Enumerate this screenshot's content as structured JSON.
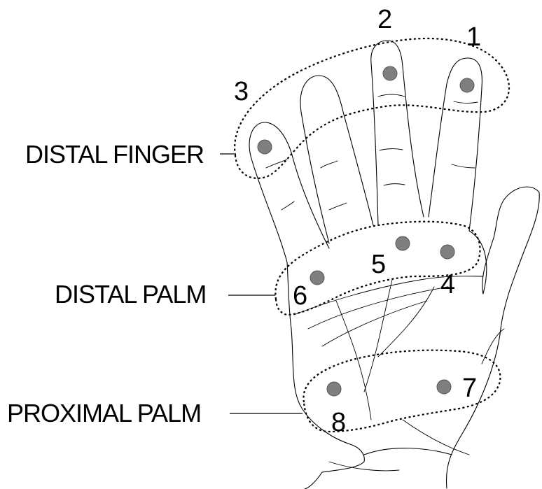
{
  "labels": {
    "distal_finger": "DISTAL FINGER",
    "distal_palm": "DISTAL PALM",
    "proximal_palm": "PROXIMAL PALM"
  },
  "points": [
    {
      "id": "1",
      "label": "1"
    },
    {
      "id": "2",
      "label": "2"
    },
    {
      "id": "3",
      "label": "3"
    },
    {
      "id": "4",
      "label": "4"
    },
    {
      "id": "5",
      "label": "5"
    },
    {
      "id": "6",
      "label": "6"
    },
    {
      "id": "7",
      "label": "7"
    },
    {
      "id": "8",
      "label": "8"
    }
  ],
  "colors": {
    "point_fill": "#7f7f7f",
    "line": "#000000",
    "background": "#ffffff"
  }
}
